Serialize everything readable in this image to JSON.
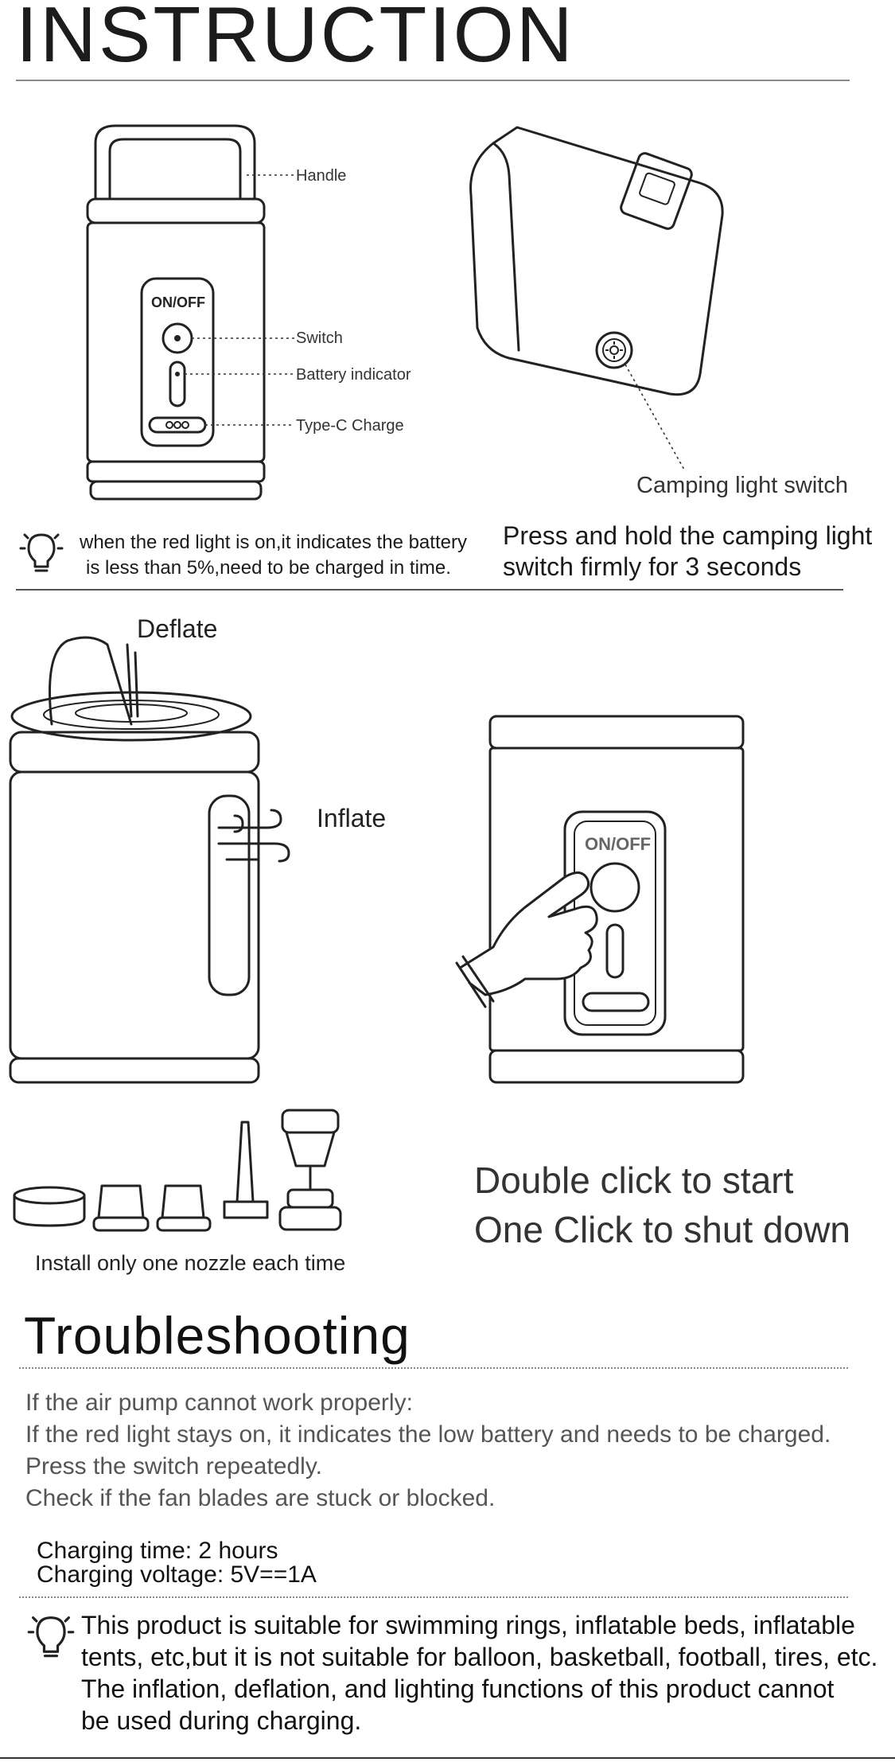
{
  "header": {
    "title": "INSTRUCTION"
  },
  "diagram1": {
    "labels": {
      "handle": "Handle",
      "onoff": "ON/OFF",
      "switch": "Switch",
      "battery": "Battery indicator",
      "typec": "Type-C Charge",
      "camping": "Camping light switch"
    },
    "tip": [
      "when the red light is on,it indicates the battery",
      "is less than 5%,need to be charged in time."
    ],
    "hold": [
      "Press and hold the camping light",
      "switch firmly for 3 seconds"
    ]
  },
  "diagram2": {
    "deflate": "Deflate",
    "inflate": "Inflate",
    "onoff": "ON/OFF",
    "nozzle_caption": "Install only one nozzle each time",
    "click": [
      "Double click to start",
      "One Click to shut down"
    ]
  },
  "troubleshooting": {
    "title": "Troubleshooting",
    "lines": [
      "If the air pump cannot work properly:",
      "If the red light stays on, it indicates the low battery and needs to be charged.",
      "Press the switch repeatedly.",
      "Check if the fan blades are stuck or blocked."
    ],
    "charging_time": "Charging time: 2 hours",
    "charging_voltage": "Charging voltage: 5V==1A",
    "note": [
      "This product is suitable for swimming rings, inflatable beds, inflatable",
      "tents, etc,but it is not suitable for balloon, basketball, football, tires, etc.",
      "The inflation, deflation, and lighting functions of this product cannot",
      "be used during charging."
    ]
  },
  "icons": [
    "lightbulb-icon",
    "hand-pointer-icon",
    "sun-icon"
  ]
}
